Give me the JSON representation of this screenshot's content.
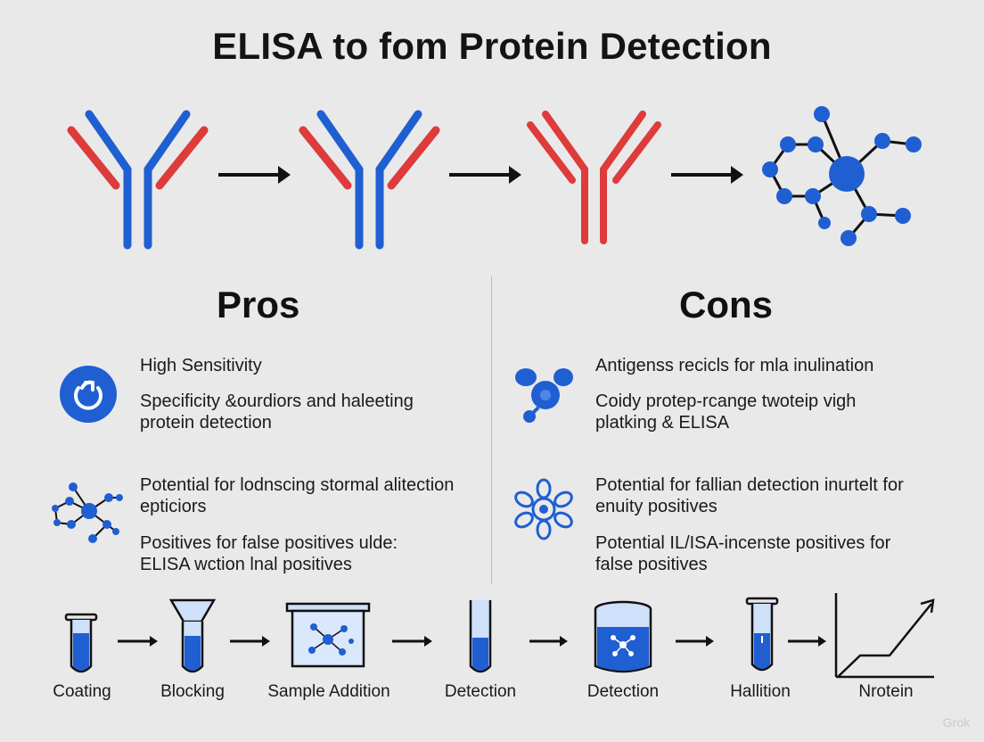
{
  "title": "ELISA to fom Protein Detection",
  "colors": {
    "blue": "#1f5fd1",
    "red": "#de3b3b",
    "text": "#1a1a1a",
    "background": "#e9e9ea"
  },
  "top_flow": {
    "icons": [
      "antibody-blue-red-icon",
      "antibody-blue-red-icon",
      "antibody-red-icon",
      "protein-molecule-icon"
    ],
    "arrows": 3
  },
  "pros": {
    "heading": "Pros",
    "groups": [
      {
        "icon": "refresh-circle-icon",
        "lines": [
          "High Sensitivity",
          "Specificity &ourdiors and haleeting",
          "protein detection"
        ]
      },
      {
        "icon": "molecule-network-icon",
        "lines": [
          "Potential for lodnscing stormal alitection",
          "epticiors",
          "Positives for false positives ulde:",
          "ELISA wction lnal positives"
        ]
      }
    ]
  },
  "cons": {
    "heading": "Cons",
    "groups": [
      {
        "icon": "molecule-cluster-icon",
        "lines": [
          "Antigenss recicls for mla inulination",
          "Coidy protep-rcange twoteip vigh",
          "platking & ELISA"
        ]
      },
      {
        "icon": "flower-gear-icon",
        "lines": [
          "Potential for fallian detection inurtelt for",
          "enuity positives",
          "Potential IL/ISA-incenste positives for",
          "false positives"
        ]
      }
    ]
  },
  "steps": [
    {
      "label": "Coating",
      "icon": "test-tube-icon"
    },
    {
      "label": "Blocking",
      "icon": "funnel-tube-icon"
    },
    {
      "label": "Sample Addition",
      "icon": "well-plate-icon"
    },
    {
      "label": "Detection",
      "icon": "test-tube-icon"
    },
    {
      "label": "Detection",
      "icon": "beaker-icon"
    },
    {
      "label": "Hallition",
      "icon": "test-tube-icon"
    },
    {
      "label": "Nrotein",
      "icon": "line-graph-icon"
    }
  ],
  "watermark": "Grok"
}
